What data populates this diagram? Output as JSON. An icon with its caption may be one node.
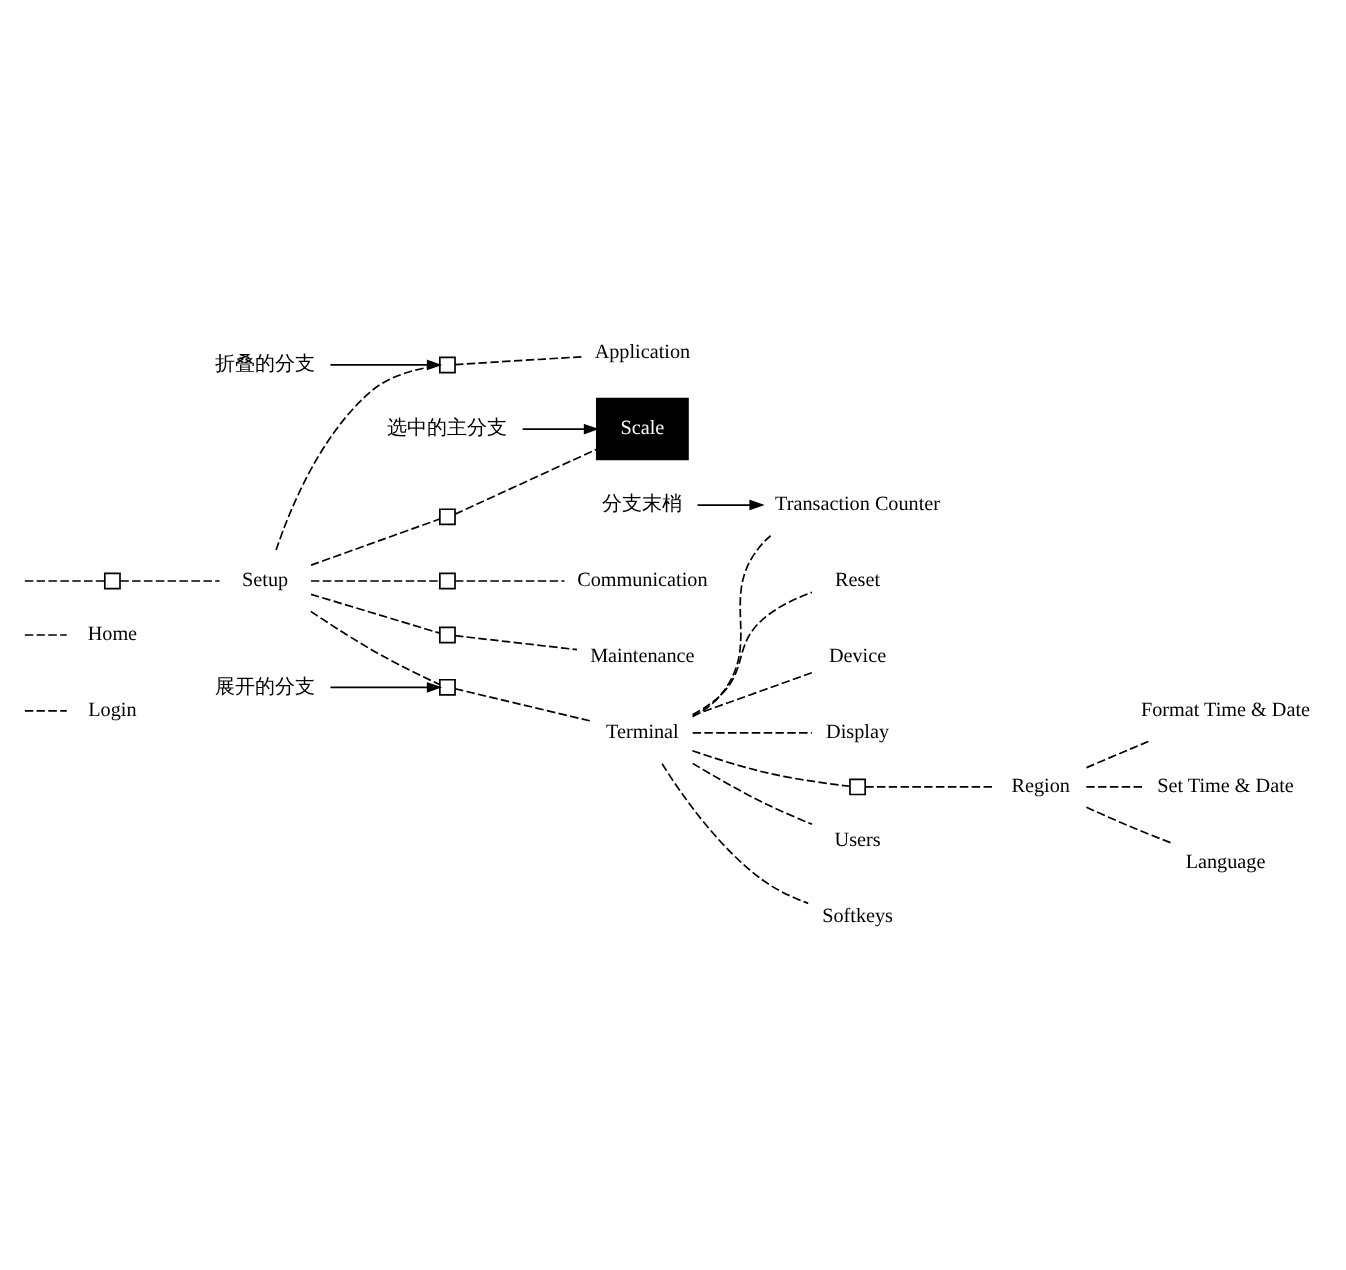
{
  "diagram": {
    "nodes": [
      {
        "text": [
          "Login"
        ]
      },
      {
        "text": [
          "Home"
        ]
      },
      {
        "text": [],
        "shape": "box"
      },
      {
        "text": [
          "Setup"
        ]
      },
      {
        "text": [],
        "shape": "box"
      },
      {
        "text": [
          "Scale"
        ]
      },
      {
        "text": [
          "选中的主分支"
        ]
      },
      {
        "text": [
          "折叠的分支"
        ]
      },
      {
        "text": [],
        "shape": "box"
      },
      {
        "text": [
          "Application"
        ]
      },
      {
        "text": [
          "展开的分支"
        ]
      },
      {
        "text": [],
        "shape": "box"
      },
      {
        "text": [
          "Terminal"
        ]
      },
      {
        "text": [
          "Device"
        ]
      },
      {
        "text": [
          "Display"
        ]
      },
      {
        "text": [],
        "shape": "box"
      },
      {
        "text": [
          "Region"
        ]
      },
      {
        "text": [
          "Format Time & Date"
        ]
      },
      {
        "text": [
          "Set Time & Date"
        ]
      },
      {
        "text": [
          "Language"
        ]
      },
      {
        "text": [
          "Transaction Counter"
        ]
      },
      {
        "text": [
          "分支末梢"
        ]
      },
      {
        "text": [
          "Users"
        ]
      },
      {
        "text": [
          "Softkeys"
        ]
      },
      {
        "text": [
          "Reset"
        ]
      },
      {
        "text": [],
        "shape": "box"
      },
      {
        "text": [
          "Communication"
        ]
      },
      {
        "text": [],
        "shape": "box"
      },
      {
        "text": [
          "Maintenance"
        ]
      }
    ],
    "edges": [
      {
        "from": null,
        "to": 0,
        "arrow": "none",
        "style": "dashed"
      },
      {
        "from": null,
        "to": 1,
        "arrow": "none",
        "style": "dashed"
      },
      {
        "from": null,
        "to": 2,
        "arrow": "none",
        "style": "dashed"
      },
      {
        "from": 2,
        "to": 3,
        "arrow": "none",
        "style": "dashed"
      },
      {
        "from": 3,
        "to": 4,
        "arrow": "none",
        "style": "dashed"
      },
      {
        "from": 4,
        "to": 5,
        "arrow": "none",
        "style": "dashed"
      },
      {
        "from": 6,
        "to": 5,
        "arrow": "to"
      },
      {
        "from": 7,
        "to": 8,
        "arrow": "to"
      },
      {
        "from": 3,
        "to": 8,
        "arrow": "none",
        "style": "dashed"
      },
      {
        "from": 8,
        "to": 9,
        "arrow": "none",
        "style": "dashed"
      },
      {
        "from": 10,
        "to": 11,
        "arrow": "to"
      },
      {
        "from": 3,
        "to": 11,
        "arrow": "none",
        "style": "dashed"
      },
      {
        "from": 11,
        "to": 12,
        "arrow": "none",
        "style": "dashed"
      },
      {
        "from": 12,
        "to": 13,
        "arrow": "none",
        "style": "dashed"
      },
      {
        "from": 12,
        "to": 14,
        "arrow": "none",
        "style": "dashed"
      },
      {
        "from": 12,
        "to": 15,
        "arrow": "none",
        "style": "dashed"
      },
      {
        "from": 15,
        "to": 16,
        "arrow": "none",
        "style": "dashed"
      },
      {
        "from": 16,
        "to": 17,
        "arrow": "none",
        "style": "dashed"
      },
      {
        "from": 16,
        "to": 18,
        "arrow": "none",
        "style": "dashed"
      },
      {
        "from": 16,
        "to": 19,
        "arrow": "none",
        "style": "dashed"
      },
      {
        "from": 12,
        "to": 20,
        "arrow": "none",
        "style": "dashed"
      },
      {
        "from": 21,
        "to": 20,
        "arrow": "to"
      },
      {
        "from": 12,
        "to": 22,
        "arrow": "none",
        "style": "dashed"
      },
      {
        "from": 12,
        "to": 23,
        "arrow": "none",
        "style": "dashed"
      },
      {
        "from": 12,
        "to": 24,
        "arrow": "none",
        "style": "dashed"
      },
      {
        "from": 3,
        "to": 25,
        "arrow": "none",
        "style": "dashed"
      },
      {
        "from": 25,
        "to": 26,
        "arrow": "none",
        "style": "dashed"
      },
      {
        "from": 3,
        "to": 27,
        "arrow": "none",
        "style": "dashed"
      },
      {
        "from": 27,
        "to": 28,
        "arrow": "none",
        "style": "dashed"
      }
    ]
  }
}
